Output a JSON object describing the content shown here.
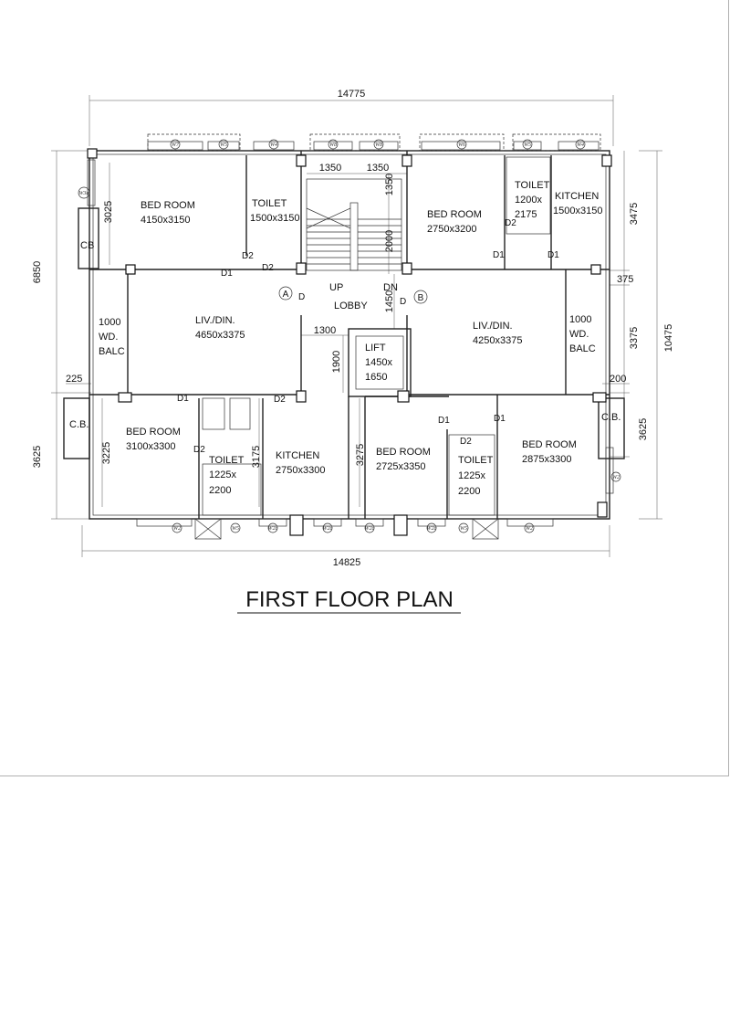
{
  "title": "FIRST FLOOR PLAN",
  "dimensions": {
    "top_width": "14775",
    "bottom_width": "14825",
    "left_upper": "6850",
    "left_lower": "3625",
    "right_total": "10475",
    "right_top": "3475",
    "right_mid": "3375",
    "right_lower": "3625",
    "right_375": "375",
    "right_200": "200",
    "left_225": "225",
    "stair_left": "1350",
    "stair_right": "1350",
    "stair_side": "1350",
    "stair_len": "2000",
    "lobby_1450": "1450",
    "lift_1300": "1300",
    "lift_1900": "1900",
    "bed1_h": "3025",
    "bed_ll_h": "3225",
    "kitchen_l_h": "3175",
    "bed_lm_h": "3275"
  },
  "rooms": [
    {
      "name": "BED ROOM",
      "size": "4150x3150"
    },
    {
      "name": "TOILET",
      "size": "1500x3150"
    },
    {
      "name": "BED ROOM",
      "size": "2750x3200"
    },
    {
      "name": "TOILET",
      "size1": "1200x",
      "size2": "2175"
    },
    {
      "name": "KITCHEN",
      "size": "1500x3150"
    },
    {
      "name": "LIV./DIN.",
      "size": "4650x3375"
    },
    {
      "name": "LIV./DIN.",
      "size": "4250x3375"
    },
    {
      "name1": "1000",
      "name2": "WD.",
      "name3": "BALC"
    },
    {
      "name1": "1000",
      "name2": "WD.",
      "name3": "BALC"
    },
    {
      "name": "LIFT",
      "size1": "1450x",
      "size2": "1650"
    },
    {
      "name": "LOBBY"
    },
    {
      "name": "BED ROOM",
      "size": "3100x3300"
    },
    {
      "name": "TOILET",
      "size1": "1225x",
      "size2": "2200"
    },
    {
      "name": "KITCHEN",
      "size": "2750x3300"
    },
    {
      "name": "BED ROOM",
      "size": "2725x3350"
    },
    {
      "name": "TOILET",
      "size1": "1225x",
      "size2": "2200"
    },
    {
      "name": "BED ROOM",
      "size": "2875x3300"
    }
  ],
  "cupboards": {
    "cb_top_left": "CB",
    "cb_left": "C.B.",
    "cb_right": "C.B."
  },
  "stairs": {
    "up": "UP",
    "dn": "DN"
  },
  "markers": {
    "a": "A",
    "b": "B"
  },
  "doors": {
    "d1": "D1",
    "d2": "D2",
    "d": "D"
  },
  "windows": {
    "top": [
      "W7",
      "W5",
      "W4",
      "W8",
      "W8",
      "W6",
      "W5",
      "W4"
    ],
    "bottom": [
      "W2",
      "W5",
      "W2a",
      "W2a",
      "W2a",
      "W2a",
      "W5",
      "W2"
    ],
    "left": "W3a",
    "right": "W2"
  }
}
